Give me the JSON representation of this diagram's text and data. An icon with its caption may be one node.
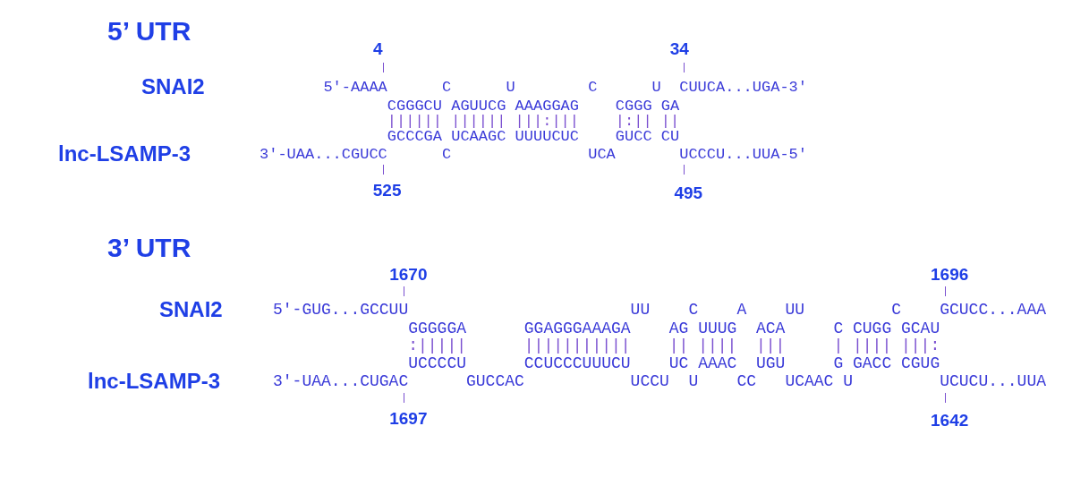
{
  "diagram": {
    "labels": [
      "5’ UTR",
      "4",
      "34",
      "SNAI2",
      "5'-AAAA",
      "C",
      "U",
      "C",
      "U",
      "CUUCA...UGA-3'",
      "CGGGCU",
      "AGUUCG",
      "AAAGGAG",
      "CGGG",
      "GA",
      "||||||",
      "||||||",
      "|||:|||",
      "|:||",
      "||",
      "GCCCGA",
      "UCAAGC",
      "UUUUCUC",
      "GUCC",
      "CU",
      "lnc-LSAMP-3",
      "3'-UAA...CGUCC",
      "C",
      "UCA",
      "UCCCU...UUA-5'",
      "525",
      "495",
      "3’ UTR",
      "1670",
      "1696",
      "SNAI2",
      "5'-GUG...GCCUU",
      "UU",
      "C",
      "A",
      "UU",
      "C",
      "GCUCC...AAA",
      "GGGGGA",
      "GGAGGGAAAGA",
      "AG",
      "UUUG",
      "ACA",
      "C",
      "CUGG",
      "GCAU",
      ":|||||",
      "|||||||||||",
      "||",
      "||||",
      "|||",
      "|",
      "||||",
      "|||:",
      "UCCCCU",
      "CCUCCCUUUCU",
      "UC",
      "AAAC",
      "UGU",
      "G",
      "GACC",
      "CGUG",
      "lnc-LSAMP-3",
      "3'-UAA...CUGAC",
      "GUCCAC",
      "UCCU",
      "U",
      "CC",
      "UCAAC",
      "U",
      "UCUCU...UUA",
      "1697",
      "1642"
    ]
  }
}
